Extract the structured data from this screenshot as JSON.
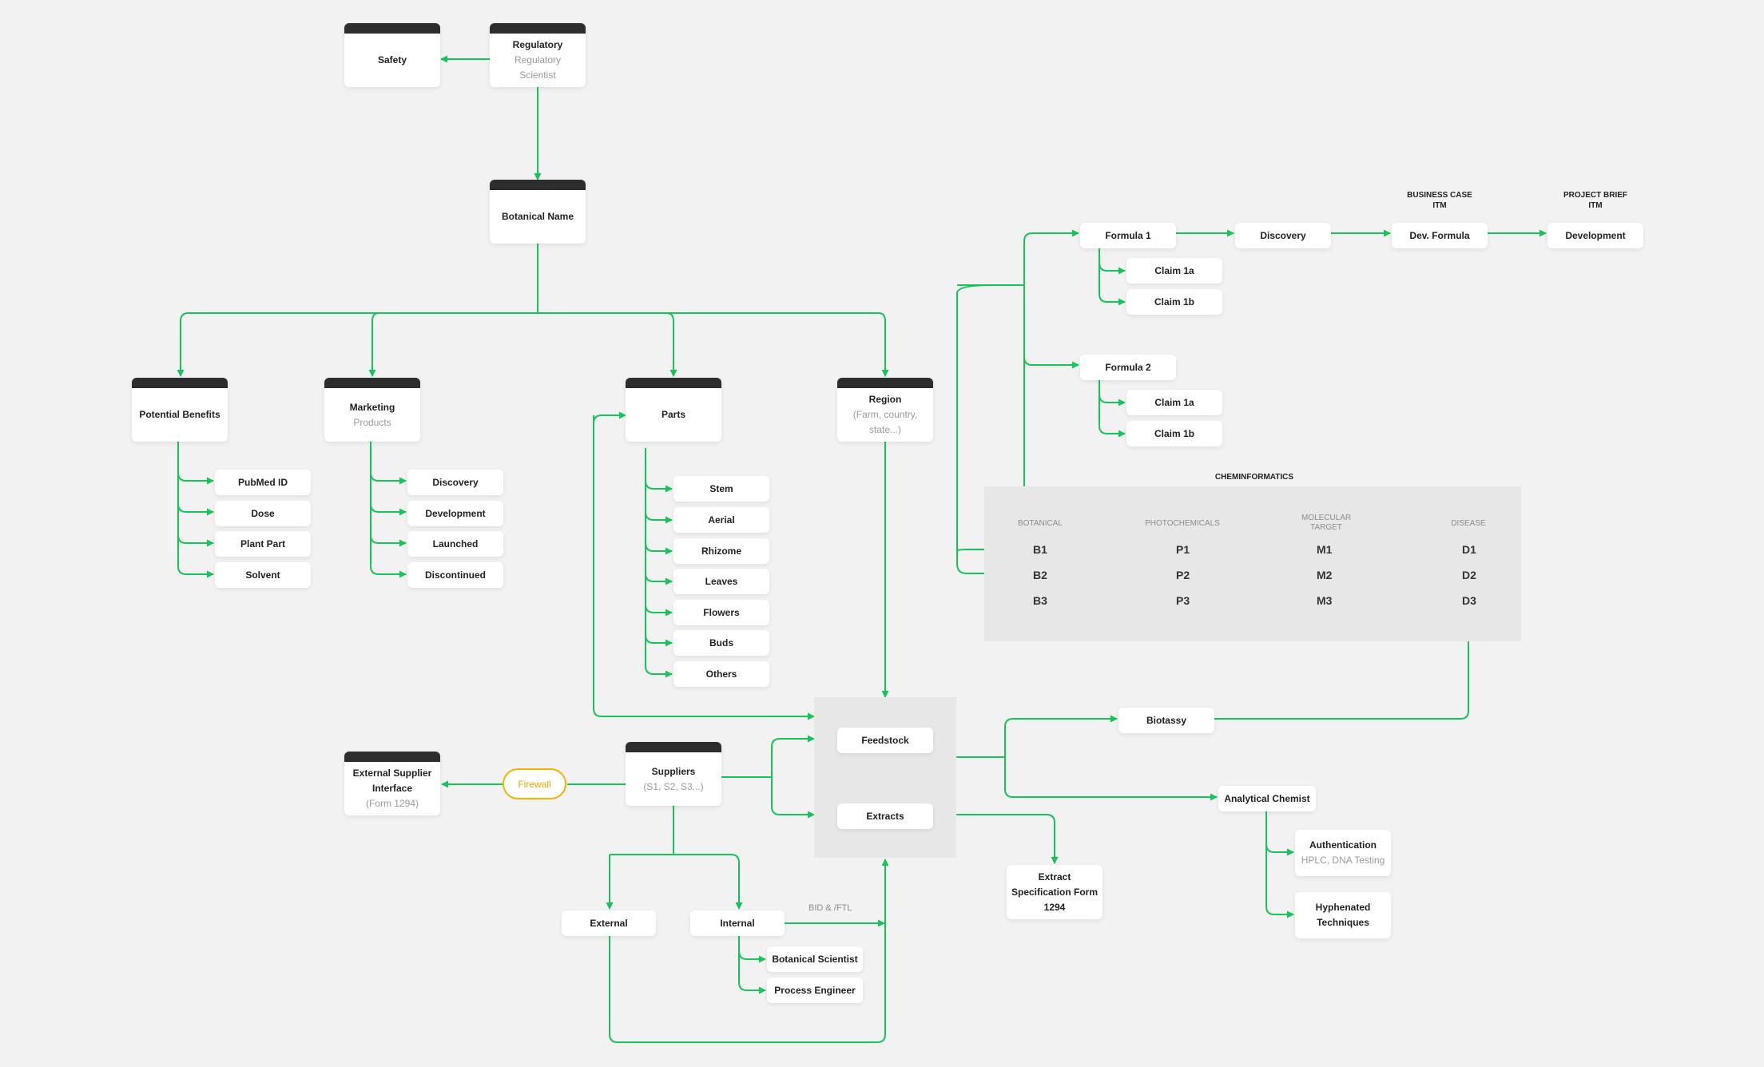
{
  "colors": {
    "wire": "#17c45a",
    "header": "#2d2d2d",
    "firewall": "#f2b400",
    "background": "#f2f2f2"
  },
  "top": {
    "safety": "Safety",
    "regulatory": "Regulatory",
    "regulatory_sub": "Regulatory Scientist",
    "botanical_name": "Botanical Name"
  },
  "categories": {
    "potential_benefits": "Potential Benefits",
    "marketing": "Marketing",
    "marketing_sub": "Products",
    "parts": "Parts",
    "region": "Region",
    "region_sub": "(Farm, country, state...)"
  },
  "benefits_items": [
    "PubMed ID",
    "Dose",
    "Plant Part",
    "Solvent"
  ],
  "marketing_items": [
    "Discovery",
    "Development",
    "Launched",
    "Discontinued"
  ],
  "parts_items": [
    "Stem",
    "Aerial",
    "Rhizome",
    "Leaves",
    "Flowers",
    "Buds",
    "Others"
  ],
  "formulas": {
    "formula1": "Formula 1",
    "formula2": "Formula 2",
    "f1_claims": [
      "Claim 1a",
      "Claim 1b"
    ],
    "f2_claims": [
      "Claim 1a",
      "Claim 1b"
    ],
    "discovery": "Discovery",
    "dev_formula": "Dev. Formula",
    "development": "Development",
    "business_case": "BUSINESS CASE",
    "business_case_sub": "ITM",
    "project_brief": "PROJECT BRIEF",
    "project_brief_sub": "ITM"
  },
  "cheminformatics": {
    "title": "CHEMINFORMATICS",
    "columns": [
      "BOTANICAL",
      "PHOTOCHEMICALS",
      "MOLECULAR TARGET",
      "DISEASE"
    ],
    "botanical": [
      "B1",
      "B2",
      "B3"
    ],
    "photochemicals": [
      "P1",
      "P2",
      "P3"
    ],
    "targets": [
      "M1",
      "M2",
      "M3"
    ],
    "diseases": [
      "D1",
      "D2",
      "D3"
    ]
  },
  "processing": {
    "feedstock": "Feedstock",
    "extracts": "Extracts",
    "biotassy": "Biotassy",
    "analytical_chemist": "Analytical Chemist",
    "authentication": "Authentication",
    "authentication_sub": "HPLC, DNA Testing",
    "hyphenated": "Hyphenated Techniques",
    "extract_spec": "Extract Specification Form 1294"
  },
  "suppliers": {
    "suppliers": "Suppliers",
    "suppliers_sub": "(S1, S2, S3...)",
    "firewall": "Firewall",
    "external_interface": "External Supplier Interface",
    "external_interface_sub": "(Form 1294)",
    "external": "External",
    "internal": "Internal",
    "bid_note": "BID & /FTL",
    "botanical_scientist": "Botanical Scientist",
    "process_engineer": "Process Engineer"
  }
}
